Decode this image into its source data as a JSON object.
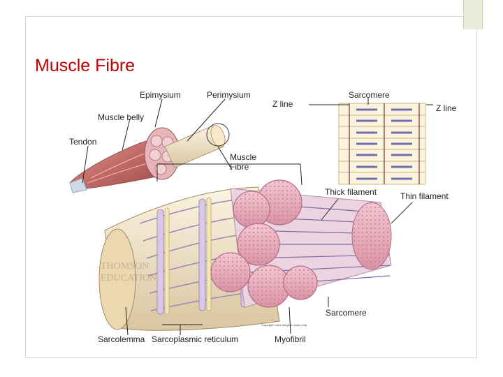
{
  "slide": {
    "title": "Muscle Fibre"
  },
  "labels": {
    "epimysium": "Epimysium",
    "perimysium": "Perimysium",
    "z_line_left": "Z line",
    "sarcomere_top": "Sarcomere",
    "z_line_right": "Z line",
    "muscle_belly": "Muscle belly",
    "tendon": "Tendon",
    "muscle_fibre": "Muscle Fibre",
    "thick_filament": "Thick filament",
    "thin_filament": "Thin filament",
    "sarcomere_bottom": "Sarcomere",
    "sarcolemma": "Sarcolemma",
    "sarcoplasmic_reticulum": "Sarcoplasmic reticulum",
    "myofibril": "Myofibril"
  },
  "watermark": {
    "line1": "THOMSON",
    "line2": "EDUCATION"
  },
  "copyright": "Copyright notice (illegible small print)",
  "colors": {
    "title": "#c00000",
    "muscle": "#c9706a",
    "fibre_pink": "#e8a9b8",
    "sheath_cream": "#efe2c6",
    "reticulum": "#c8b6d9",
    "filament_blue": "#6f6fb0",
    "leader_line": "#222222"
  }
}
